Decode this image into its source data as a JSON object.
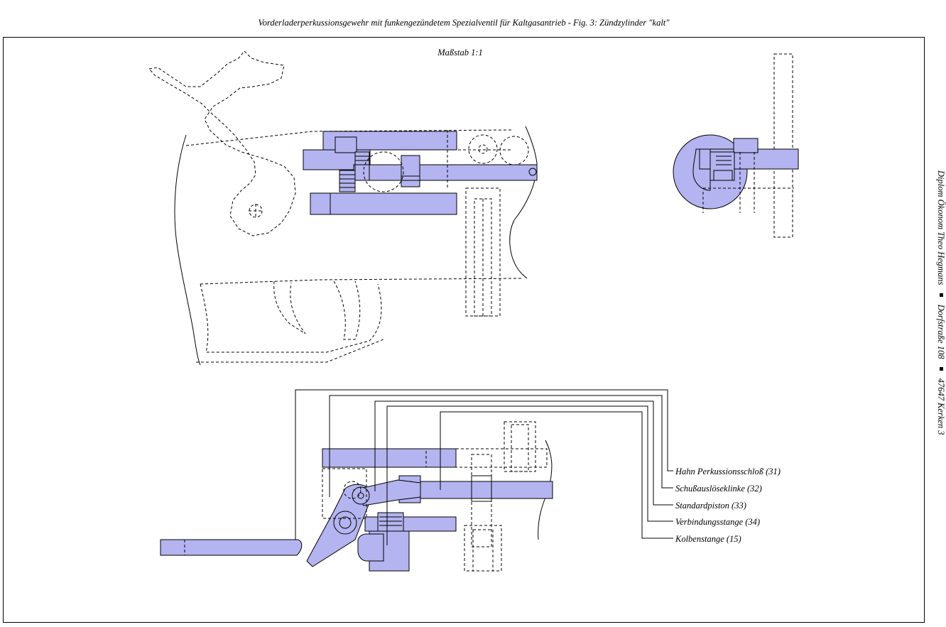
{
  "title": "Vorderladerperkussionsgewehr mit funkengezündetem Spezialventil für Kaltgasantrieb - Fig. 3: Zündzylinder \"kalt\"",
  "scale_label": "Maßstab 1:1",
  "author": {
    "name": "Diplom Ökonom Theo Hegmans",
    "street": "Dorfstraße 108",
    "city": "47647 Kerken 3"
  },
  "callouts": [
    {
      "label": "Hahn Perkussionsschloß (31)"
    },
    {
      "label": "Schußauslöseklinke (32)"
    },
    {
      "label": "Standardpiston (33)"
    },
    {
      "label": "Verbindungsstange (34)"
    },
    {
      "label": "Kolbenstange (15)"
    }
  ],
  "colors": {
    "part_fill": "#b4b4f0",
    "outline": "#000000",
    "background": "#ffffff"
  }
}
